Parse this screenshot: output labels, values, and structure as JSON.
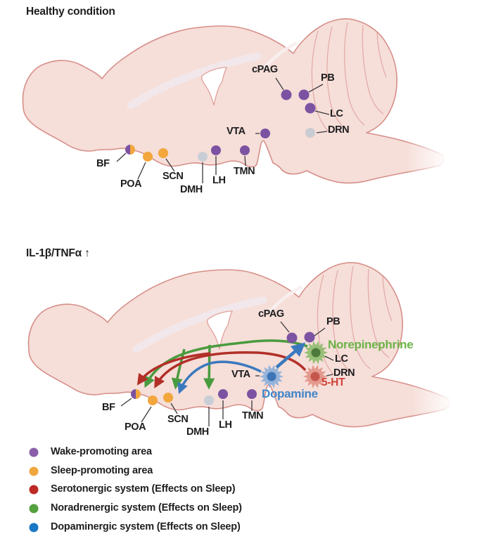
{
  "figure": {
    "description": "Sagittal mouse brain diagrams of sleep/wake regulating areas under healthy and inflammatory conditions"
  },
  "colors": {
    "brain_fill": "#f6ded9",
    "brain_outline": "#d68f88",
    "wake_purple": "#7c52a2",
    "sleep_orange": "#f2a63c",
    "inactive_gray": "#c9cdd6",
    "serotonergic_red": "#b22f28",
    "noradrenergic_green": "#4a9b3f",
    "dopaminergic_blue": "#3a79be",
    "norepinephrine_text": "#6cb347",
    "serotonin_text": "#cf4439",
    "dopamine_text": "#3f86c9",
    "lc_starburst_outer": "#8fbc6f",
    "lc_starburst_core": "#4d7a3b",
    "drn_starburst_outer": "#e29287",
    "drn_starburst_core": "#c5564b",
    "vta_starburst_outer": "#8cafda",
    "vta_starburst_core": "#3d74b6"
  },
  "panels": {
    "healthy": {
      "title": "Healthy condition",
      "regions": {
        "bf": "BF",
        "poa": "POA",
        "scn": "SCN",
        "dmh": "DMH",
        "lh": "LH",
        "tmn": "TMN",
        "vta": "VTA",
        "cpag": "cPAG",
        "pb": "PB",
        "lc": "LC",
        "drn": "DRN"
      }
    },
    "inflamed": {
      "title": "IL-1β/TNFα ↑",
      "regions": {
        "bf": "BF",
        "poa": "POA",
        "scn": "SCN",
        "dmh": "DMH",
        "lh": "LH",
        "tmn": "TMN",
        "vta": "VTA",
        "cpag": "cPAG",
        "pb": "PB",
        "lc": "LC",
        "drn": "DRN"
      },
      "neurotransmitters": {
        "norepinephrine": "Norepinephrine",
        "serotonin": "5-HT",
        "dopamine": "Dopamine"
      }
    }
  },
  "legend": {
    "items": [
      {
        "label": "Wake-promoting area",
        "color": "#8a5fa8"
      },
      {
        "label": "Sleep-promoting area",
        "color": "#f0a73f"
      },
      {
        "label": "Serotonergic system (Effects on Sleep)",
        "color": "#bd2a25"
      },
      {
        "label": "Noradrenergic system (Effects on Sleep)",
        "color": "#55a03f"
      },
      {
        "label": "Dopaminergic system (Effects on Sleep)",
        "color": "#1a78c5"
      }
    ]
  }
}
